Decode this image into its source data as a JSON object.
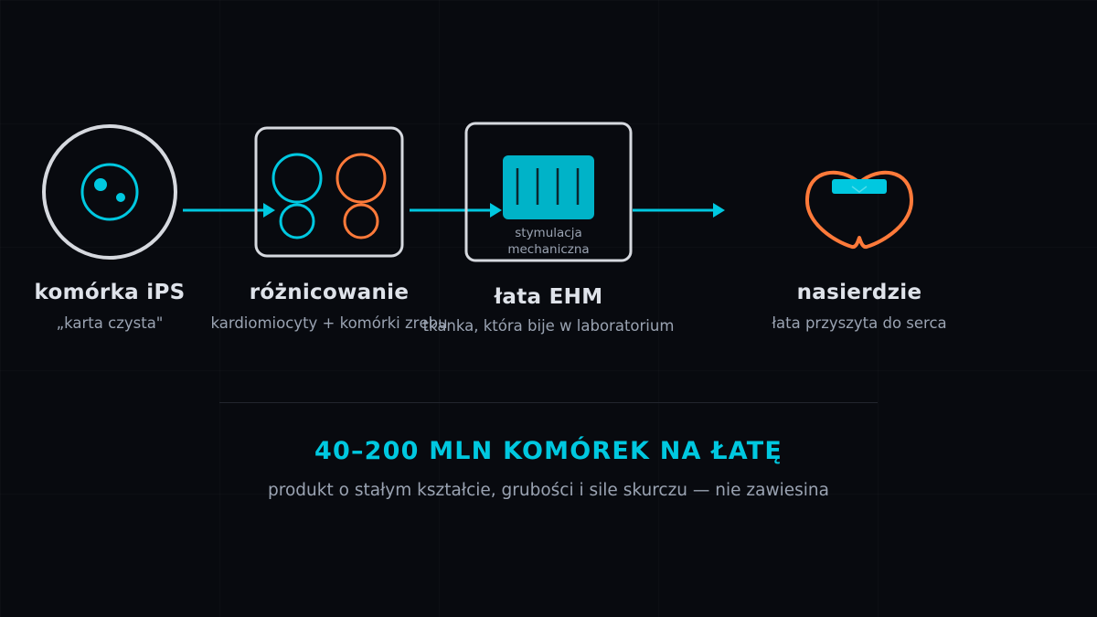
{
  "colors": {
    "background": "#080a0f",
    "accent_cyan": "#00c8e0",
    "accent_orange": "#ff7a3a",
    "outline": "#d6d9df",
    "patch_fill": "#00b3c8",
    "text_primary": "#dfe3ea",
    "text_secondary": "#9aa3b2"
  },
  "steps": [
    {
      "title": "komórka iPS",
      "subtitle": "„karta czysta\"",
      "icon": "stem-cell-icon"
    },
    {
      "title": "różnicowanie",
      "subtitle": "kardiomiocyty + komórki zrębu",
      "icon": "differentiation-cells-icon"
    },
    {
      "title": "łata EHM",
      "subtitle": "tkanka, która bije w laboratorium",
      "icon": "ehm-patch-icon",
      "inner_note": [
        "stymulacja",
        "mechaniczna"
      ]
    },
    {
      "title": "nasierdzie",
      "subtitle": "łata przyszyta do serca",
      "icon": "heart-with-patch-icon"
    }
  ],
  "summary": {
    "headline": "40–200 MLN KOMÓREK NA ŁATĘ",
    "tagline": "produkt o stałym kształcie, grubości i sile skurczu — nie zawiesina"
  }
}
